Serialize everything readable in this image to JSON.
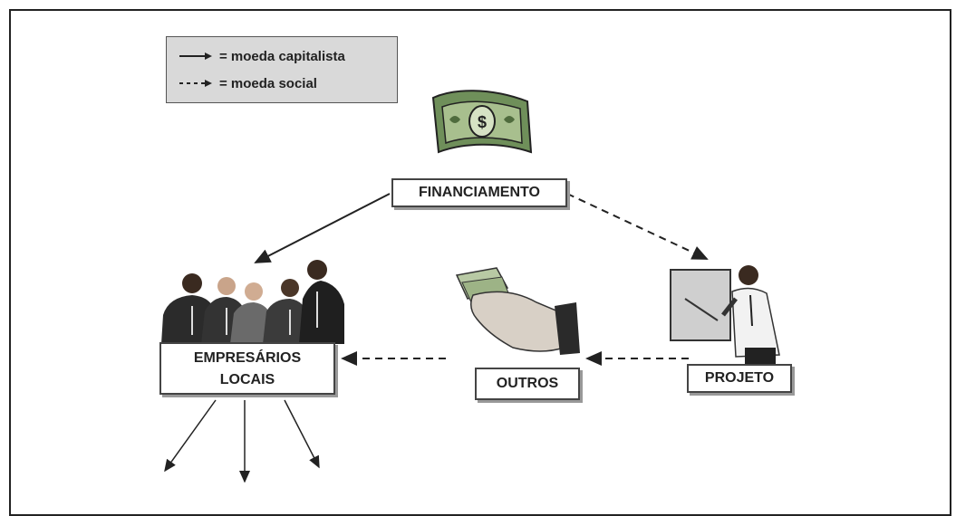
{
  "legend": {
    "capitalist_label": "= moeda capitalista",
    "social_label": "= moeda social"
  },
  "nodes": {
    "financiamento": "FINANCIAMENTO",
    "empresarios_line1": "EMPRESÁRIOS",
    "empresarios_line2": "LOCAIS",
    "outros": "OUTROS",
    "projeto": "PROJETO"
  },
  "icons": {
    "money": "money-bill-icon",
    "business_people": "business-people-icon",
    "hand_money": "hand-with-money-icon",
    "presenter": "presenter-icon"
  },
  "colors": {
    "arrow": "#222222",
    "legend_bg": "#d9d9d9",
    "money_green": "#6f8f5a"
  }
}
